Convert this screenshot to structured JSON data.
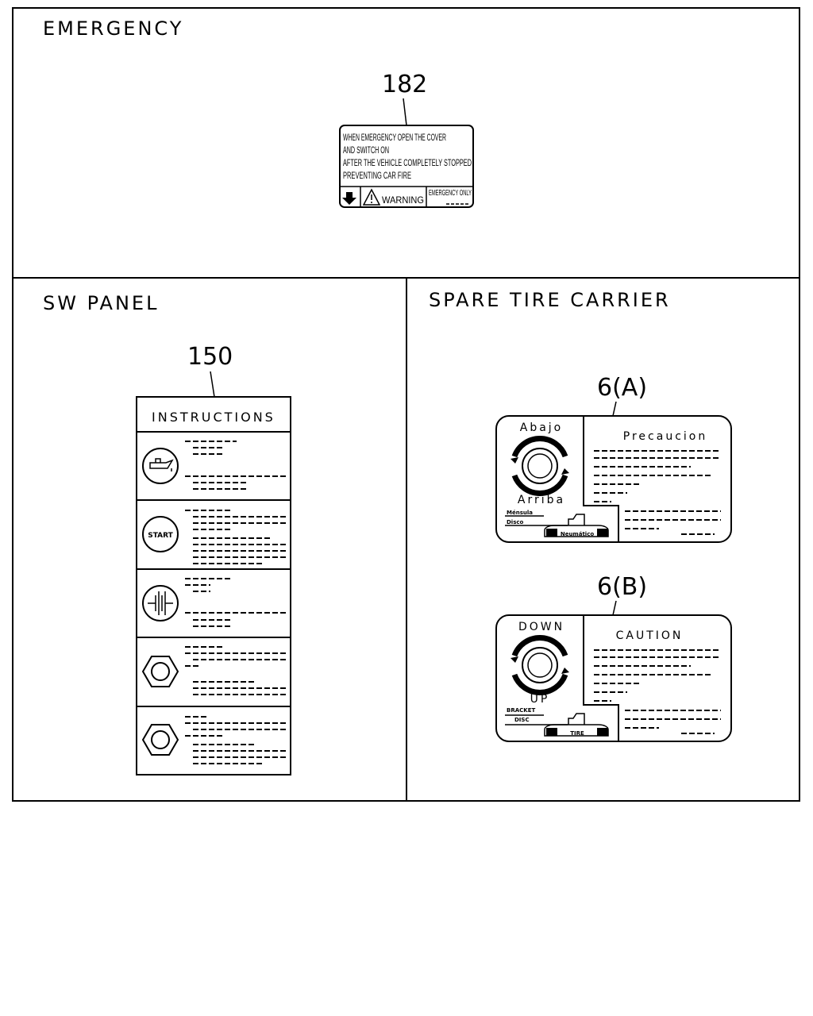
{
  "sections": {
    "emergency": "EMERGENCY",
    "sw_panel": "SW PANEL",
    "spare_tire": "SPARE TIRE CARRIER"
  },
  "callouts": {
    "c182": "182",
    "c150": "150",
    "c6a": "6(A)",
    "c6b": "6(B)"
  },
  "emergency_label": {
    "line1": "WHEN EMERGENCY OPEN THE COVER",
    "line2": "AND SWITCH ON",
    "line3": "AFTER THE VEHICLE COMPLETELY STOPPED",
    "line4": "PREVENTING CAR FIRE",
    "warning": "WARNING",
    "emergency_only": "EMERGENCY ONLY"
  },
  "instructions_panel": {
    "title": "INSTRUCTIONS",
    "start_icon": "START",
    "rows": [
      "oil-can-icon",
      "start-icon",
      "battery-icon",
      "hex-nut-icon",
      "hex-nut-icon"
    ]
  },
  "label_a": {
    "top": "Abajo",
    "bottom": "Arriba",
    "heading": "Precaucion",
    "pointer1": "Ménsula",
    "pointer2": "Disco",
    "tire": "Neumático"
  },
  "label_b": {
    "top": "DOWN",
    "bottom": "UP",
    "heading": "CAUTION",
    "pointer1": "BRACKET",
    "pointer2": "DISC",
    "tire": "TIRE"
  }
}
